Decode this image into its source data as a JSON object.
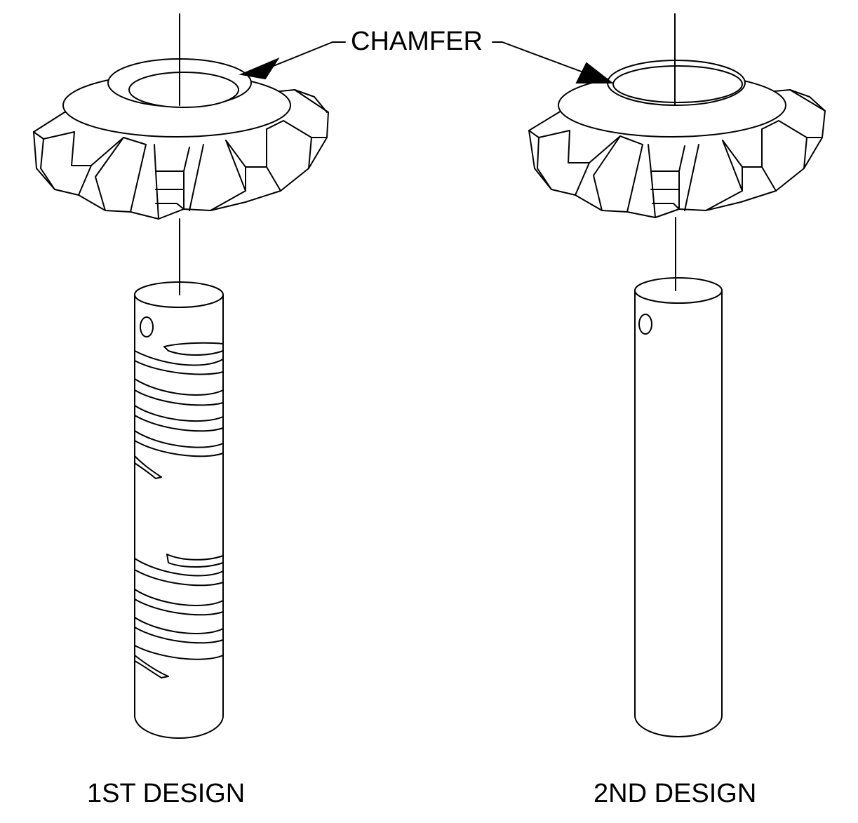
{
  "callout": {
    "text": "CHAMFER"
  },
  "designs": [
    {
      "label": "1ST DESIGN"
    },
    {
      "label": "2ND DESIGN"
    }
  ],
  "colors": {
    "ink": "#000000",
    "paper": "#ffffff"
  }
}
